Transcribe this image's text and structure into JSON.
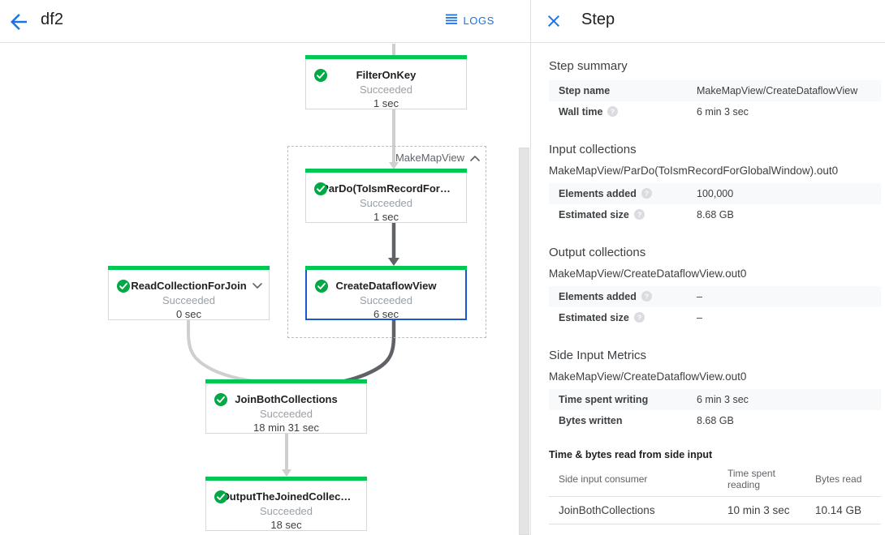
{
  "topbar": {
    "back_icon": "arrow-left-icon",
    "job_name": "df2",
    "logs_label": "LOGS",
    "logs_icon": "logs-list-icon",
    "accent_color": "#1a73e8"
  },
  "graph": {
    "composite": {
      "label": "MakeMapView",
      "collapse_icon": "chevron-up-icon"
    },
    "status_icon": "check-circle-icon",
    "success_color": "#00c853",
    "selected_border_color": "#1a57d6",
    "nodes": [
      {
        "id": "filter-on-key",
        "title": "FilterOnKey",
        "status": "Succeeded",
        "time": "1 sec",
        "selected": false,
        "has_chevron": false
      },
      {
        "id": "pardo-to-ism-record",
        "title": "ParDo(ToIsmRecordFor…",
        "status": "Succeeded",
        "time": "1 sec",
        "selected": false,
        "has_chevron": false
      },
      {
        "id": "create-dataflow-view",
        "title": "CreateDataflowView",
        "status": "Succeeded",
        "time": "6 sec",
        "selected": true,
        "has_chevron": false
      },
      {
        "id": "read-collection-for-join",
        "title": "ReadCollectionForJoin",
        "status": "Succeeded",
        "time": "0 sec",
        "selected": false,
        "has_chevron": true,
        "chevron_icon": "chevron-down-icon"
      },
      {
        "id": "join-both-collections",
        "title": "JoinBothCollections",
        "status": "Succeeded",
        "time": "18 min 31 sec",
        "selected": false,
        "has_chevron": false
      },
      {
        "id": "output-the-joined-collection",
        "title": "OutputTheJoinedCollec…",
        "status": "Succeeded",
        "time": "18 sec",
        "selected": false,
        "has_chevron": false
      }
    ]
  },
  "panel": {
    "close_icon": "close-icon",
    "title": "Step",
    "step_summary": {
      "heading": "Step summary",
      "rows": [
        {
          "key": "Step name",
          "value": "MakeMapView/CreateDataflowView",
          "help": false
        },
        {
          "key": "Wall time",
          "value": "6 min 3 sec",
          "help": true
        }
      ]
    },
    "input_collections": {
      "heading": "Input collections",
      "collection_name": "MakeMapView/ParDo(ToIsmRecordForGlobalWindow).out0",
      "rows": [
        {
          "key": "Elements added",
          "value": "100,000",
          "help": true
        },
        {
          "key": "Estimated size",
          "value": "8.68 GB",
          "help": true
        }
      ]
    },
    "output_collections": {
      "heading": "Output collections",
      "collection_name": "MakeMapView/CreateDataflowView.out0",
      "rows": [
        {
          "key": "Elements added",
          "value": "–",
          "help": true
        },
        {
          "key": "Estimated size",
          "value": "–",
          "help": true
        }
      ]
    },
    "side_input_metrics": {
      "heading": "Side Input Metrics",
      "collection_name": "MakeMapView/CreateDataflowView.out0",
      "rows": [
        {
          "key": "Time spent writing",
          "value": "6 min 3 sec",
          "help": false
        },
        {
          "key": "Bytes written",
          "value": "8.68 GB",
          "help": false
        }
      ],
      "table": {
        "heading": "Time & bytes read from side input",
        "columns": [
          "Side input consumer",
          "Time spent reading",
          "Bytes read"
        ],
        "rows": [
          [
            "JoinBothCollections",
            "10 min 3 sec",
            "10.14 GB"
          ]
        ]
      }
    }
  }
}
